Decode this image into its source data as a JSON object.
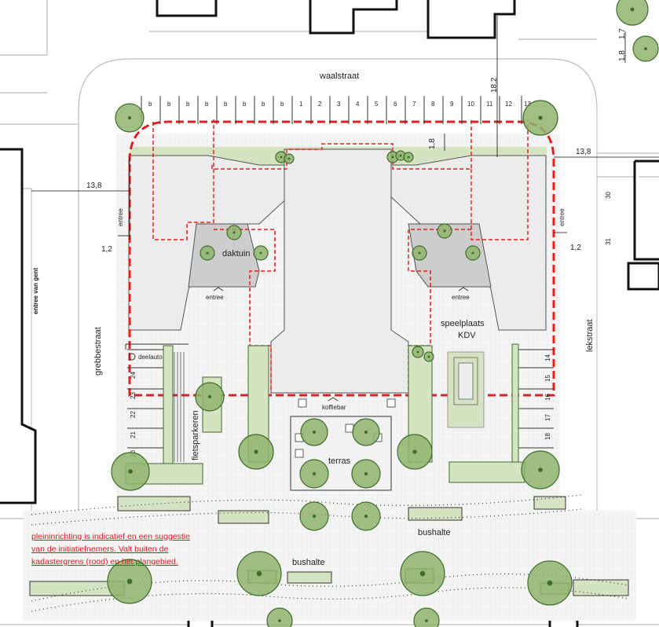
{
  "streets": {
    "north": "waalstraat",
    "west": "grebbestraat",
    "east": "lekstraat",
    "far_west_vertical": "entree van gent"
  },
  "parking_top": {
    "b_slots": [
      "b",
      "b",
      "b",
      "b",
      "b",
      "b",
      "b",
      "b"
    ],
    "numbered_slots": [
      "1",
      "2",
      "3",
      "4",
      "5",
      "6",
      "7",
      "8",
      "9",
      "10",
      "11",
      "12",
      "13"
    ]
  },
  "parking_left": {
    "slot_numbers": [
      "24",
      "23",
      "22",
      "21",
      "20"
    ],
    "deelauto_label": "deelauto"
  },
  "parking_right": {
    "slot_numbers": [
      "14",
      "15",
      "16",
      "17",
      "18"
    ]
  },
  "labels": {
    "daktuin": "daktuin",
    "entree": "entree",
    "speelplaats": "speelplaats",
    "kdv": "KDV",
    "fietsparkeren": "fietsparkeren",
    "koffiebar": "koffiebar",
    "terras": "terras",
    "bushalte": "bushalte"
  },
  "dimensions": {
    "d_13_8": "13,8",
    "d_18_2": "18,2",
    "d_1_8": "1,8",
    "d_1_2": "1,2",
    "d_1_7": "1,7",
    "d_30": "30",
    "d_31": "31"
  },
  "note_lines": [
    "pleininrichting is indicatief en een suggestie",
    "van de initiatiefnemers. Valt buiten de",
    "kadastergrens (rood) en het plangebied."
  ],
  "colors": {
    "boundary": "#e02020",
    "building_roof": "#ececec",
    "roof_garden": "#cdcdcd",
    "green_strip": "#d6e3c3",
    "tree_fill": "#8fb46c",
    "tree_edge": "#3f6b2c",
    "paving": "#f4f4f4",
    "outline": "#111111",
    "curb": "#b8b8b8"
  }
}
